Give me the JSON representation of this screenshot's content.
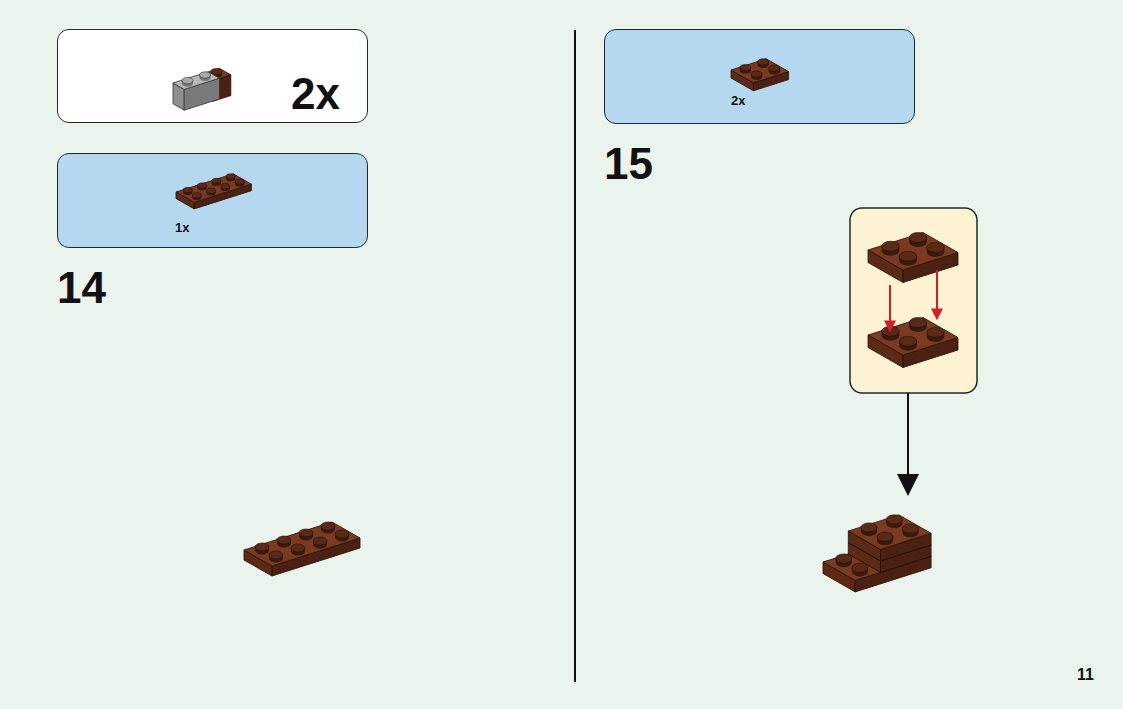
{
  "diagram": {
    "nodes": [
      {
        "text": [
          "2x"
        ]
      },
      {
        "text": [
          "1x"
        ]
      },
      {
        "text": [
          "2x"
        ]
      }
    ],
    "labels": [
      "14",
      "15",
      "11"
    ]
  }
}
